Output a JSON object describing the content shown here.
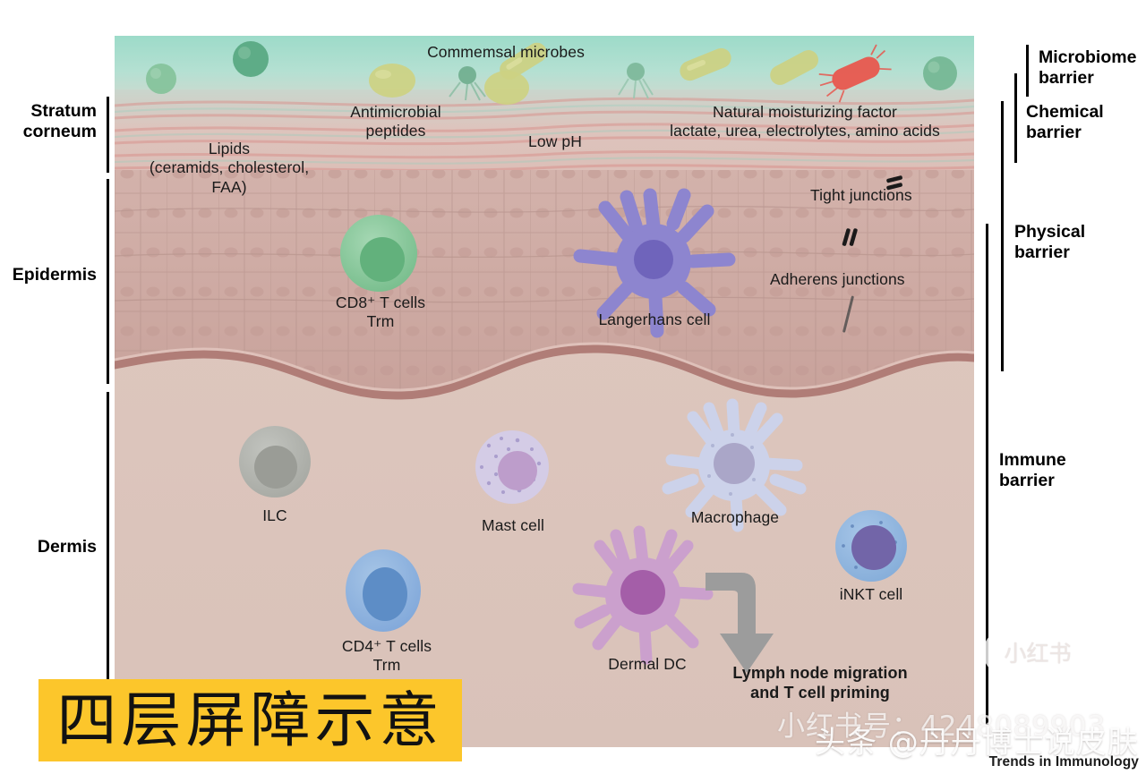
{
  "figure": {
    "journal_credit": "Trends in Immunology"
  },
  "tiers": [
    {
      "id": "stratum-corneum",
      "label": "Stratum\ncorneum"
    },
    {
      "id": "epidermis",
      "label": "Epidermis"
    },
    {
      "id": "dermis",
      "label": "Dermis"
    }
  ],
  "barriers": [
    {
      "id": "microbiome",
      "label": "Microbiome\nbarrier"
    },
    {
      "id": "chemical",
      "label": "Chemical\nbarrier"
    },
    {
      "id": "physical",
      "label": "Physical\nbarrier"
    },
    {
      "id": "immune",
      "label": "Immune\nbarrier"
    }
  ],
  "annotations": {
    "commensal_microbes": "Commemsal microbes",
    "antimicrobial_peptides": "Antimicrobial\npeptides",
    "low_ph": "Low pH",
    "natural_moisturizing_factor": "Natural moisturizing factor\nlactate, urea, electrolytes, amino acids",
    "lipids": "Lipids\n(ceramids, cholesterol, FAA)",
    "tight_junctions": "Tight junctions",
    "adherens_junctions": "Adherens junctions",
    "cd8_t_cells": "CD8⁺ T cells\nTrm",
    "langerhans_cell": "Langerhans cell",
    "ilc": "ILC",
    "mast_cell": "Mast cell",
    "macrophage": "Macrophage",
    "inkt_cell": "iNKT cell",
    "cd4_t_cells": "CD4⁺ T cells\nTrm",
    "dermal_dc": "Dermal DC",
    "lymph_node_migration": "Lymph node migration\nand T cell priming"
  },
  "caption": {
    "text": "四层屏障示意",
    "background_color": "#FCC62B"
  },
  "watermarks": {
    "xiaohongshu_id": "小红书号：4248089903",
    "toutiao_handle": "头条 @丹丹博士说皮肤",
    "xiaohongshu_pill": "小红书"
  },
  "colors": {
    "microbiome_top": "#a9ded0",
    "stratum_corneum": "#dcc0bc",
    "epidermis": "#cfada8",
    "basement_membrane": "#b07d77",
    "dermis": "#ddc8bf",
    "cd8_cell": "#79c08f",
    "langerhans_cell": "#8d85cf",
    "ilc_cell": "#b0b2ad",
    "mast_cell": "#cdc3e0",
    "macrophage": "#ccd2ea",
    "inkt_cell": "#8db2dd",
    "cd4_cell": "#8cb0dd",
    "dermal_dc": "#cba0cd",
    "arrow": "#9c9c9c"
  }
}
